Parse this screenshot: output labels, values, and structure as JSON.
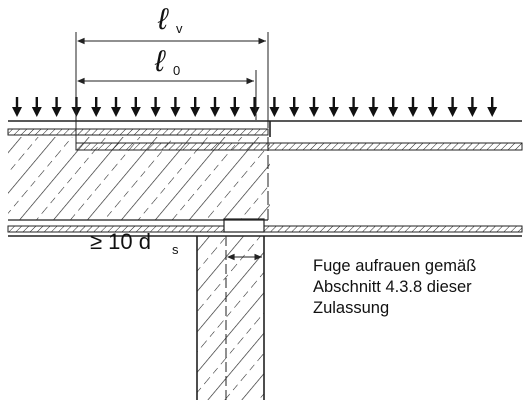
{
  "labels": {
    "lv": "ℓ",
    "lv_sub": "v",
    "l0": "ℓ",
    "l0_sub": "0",
    "ds_prefix": "≥ 10 d",
    "ds_sub": "s"
  },
  "note": {
    "line1": "Fuge aufrauen gemäß",
    "line2": "Abschnitt 4.3.8 dieser",
    "line3": "Zulassung"
  }
}
